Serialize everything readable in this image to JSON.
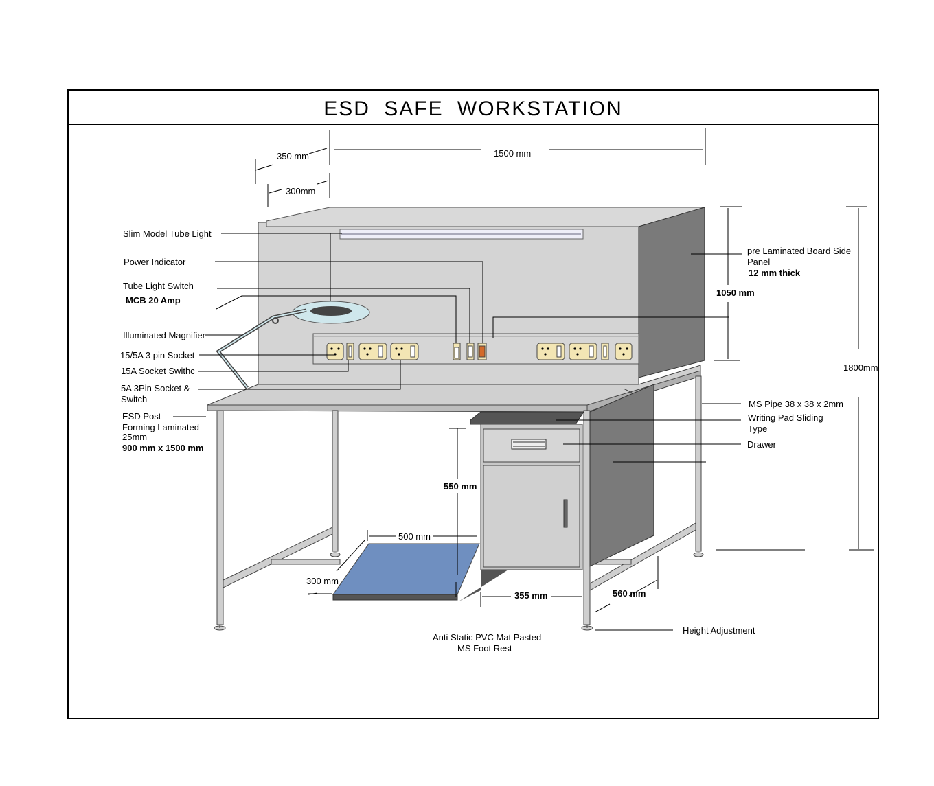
{
  "title": "ESD  SAFE  WORKSTATION",
  "dimensions": {
    "depth_shelf": "350 mm",
    "depth_shelf_inner": "300mm",
    "width": "1500 mm",
    "panel_height": "1050 mm",
    "total_height": "1800mm",
    "under_height": "550 mm",
    "foot_rest_width": "500 mm",
    "foot_rest_depth": "300 mm",
    "cabinet_width": "355 mm",
    "side_depth": "560 mm"
  },
  "labels": {
    "tube_light": "Slim Model Tube Light",
    "power_indicator": "Power Indicator",
    "tube_switch": "Tube Light Switch",
    "mcb": "MCB 20 Amp",
    "magnifier": "Illuminated Magnifier",
    "socket_15_5": "15/5A 3 pin Socket",
    "socket_switch_15": "15A Socket Swithc",
    "socket_5_line1": "5A 3Pin Socket &",
    "socket_5_line2": "Switch",
    "esd_post": "ESD Post",
    "forming_line1": "Forming Laminated",
    "forming_line2": "25mm",
    "top_size": "900 mm x 1500 mm",
    "side_panel_line1": "pre Laminated Board Side",
    "side_panel_line2": "Panel",
    "side_panel_thick": "12 mm thick",
    "ms_pipe": "MS Pipe 38 x 38 x 2mm",
    "writing_pad_line1": "Writing Pad Sliding",
    "writing_pad_line2": "Type",
    "drawer": "Drawer",
    "mat_line1": "Anti Static PVC Mat Pasted",
    "mat_line2": "MS Foot Rest",
    "height_adj": "Height Adjustment"
  },
  "colors": {
    "panel": "#d4d4d4",
    "side_panel": "#7a7a7a",
    "top": "#c8c8c8",
    "socket": "#f3e6b4",
    "mat": "#6f8fc0",
    "magnifier": "#cfe7ec",
    "indicator": "#d36a2a"
  }
}
